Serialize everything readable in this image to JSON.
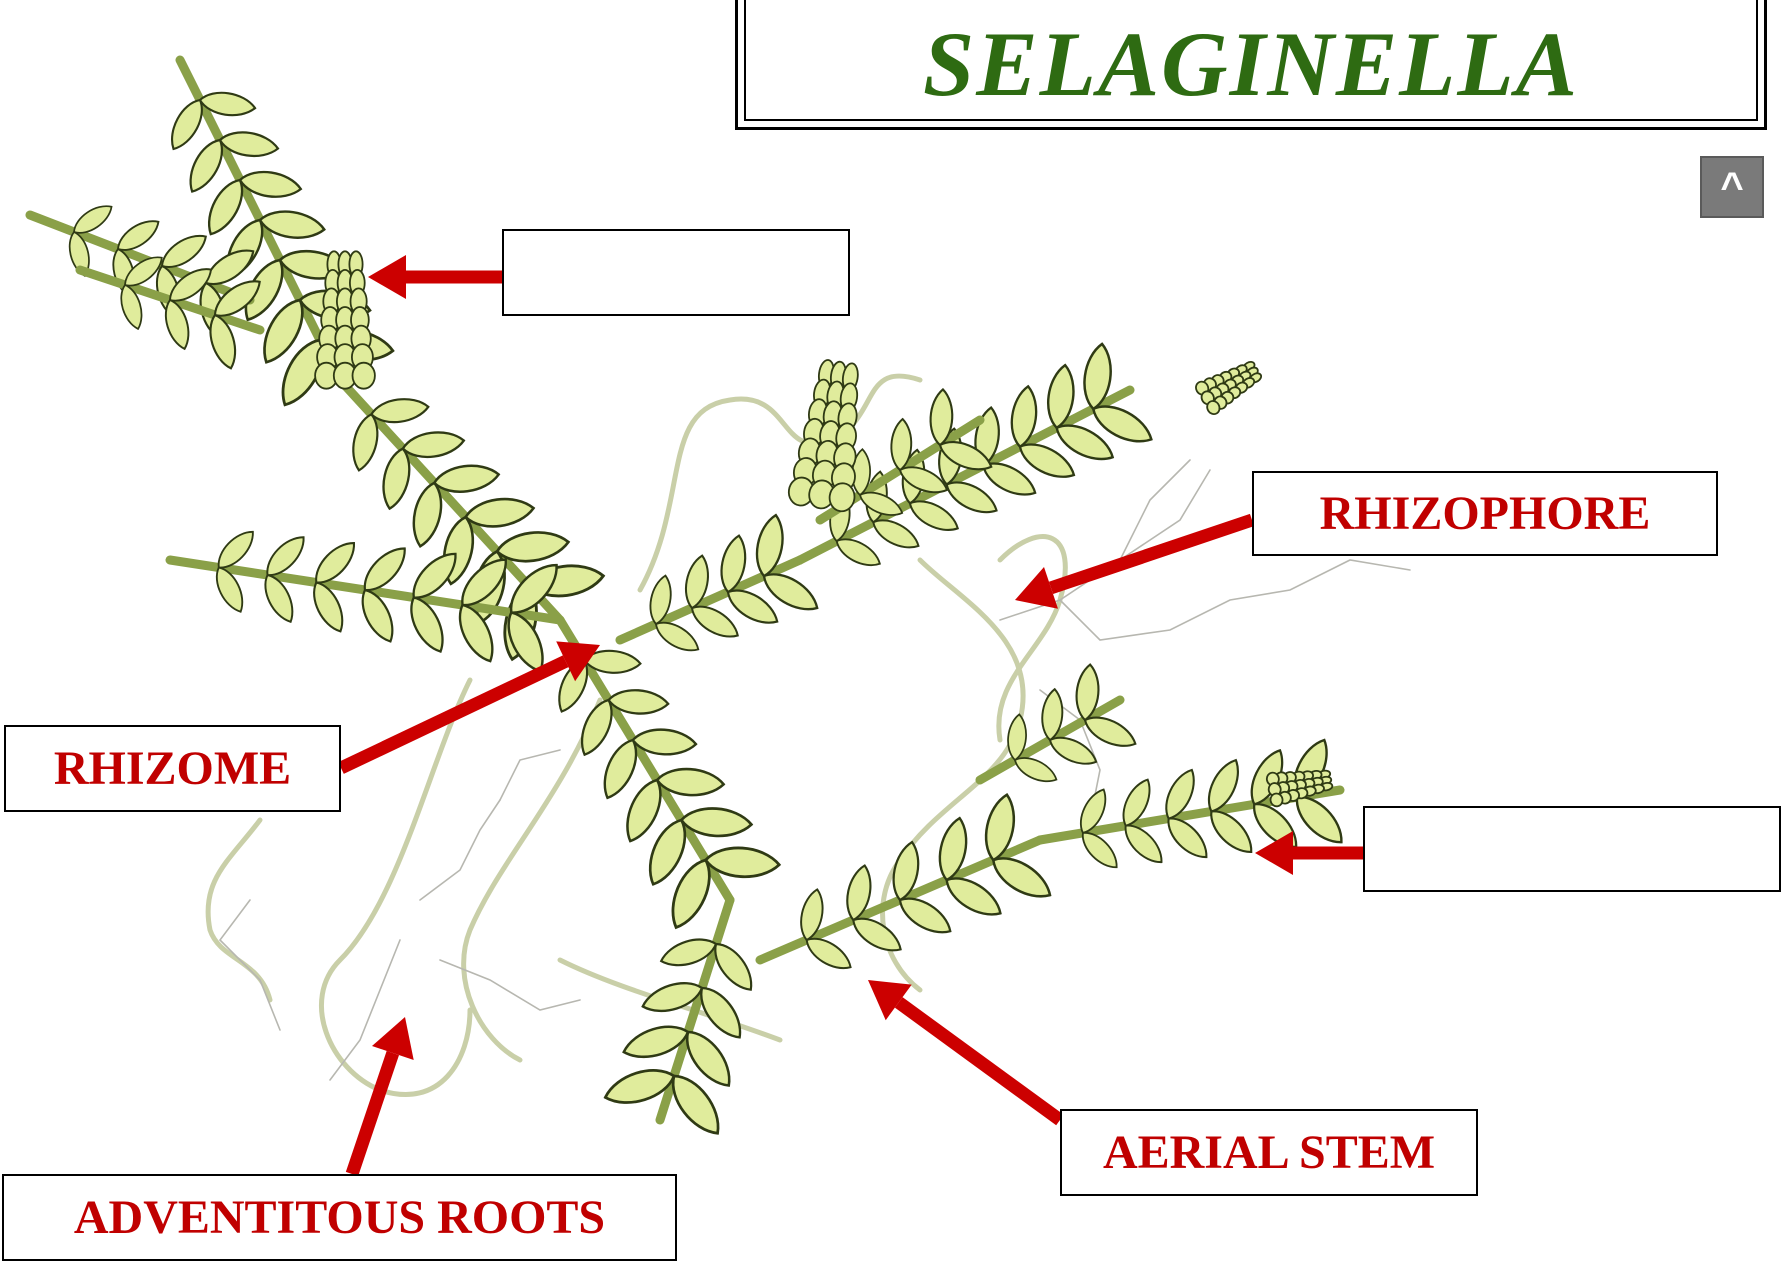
{
  "title": "SELAGINELLA",
  "nav_button": {
    "label": "^",
    "icon": "up-caret-icon"
  },
  "labels": {
    "strobilus": "",
    "rhizophore": "RHIZOPHORE",
    "rhizome": "RHIZOME",
    "leaf": "",
    "aerial_stem": "AERIAL STEM",
    "adventitious_roots": "ADVENTITOUS ROOTS"
  },
  "colors": {
    "title": "#2e6b12",
    "label_text": "#c00000",
    "arrow": "#cc0000",
    "leaf_fill": "#e0ec9c",
    "leaf_outline": "#2f3a14",
    "stem": "#8aa048",
    "root": "#c9cfa8",
    "nav_button_bg": "#7a7a7a"
  }
}
